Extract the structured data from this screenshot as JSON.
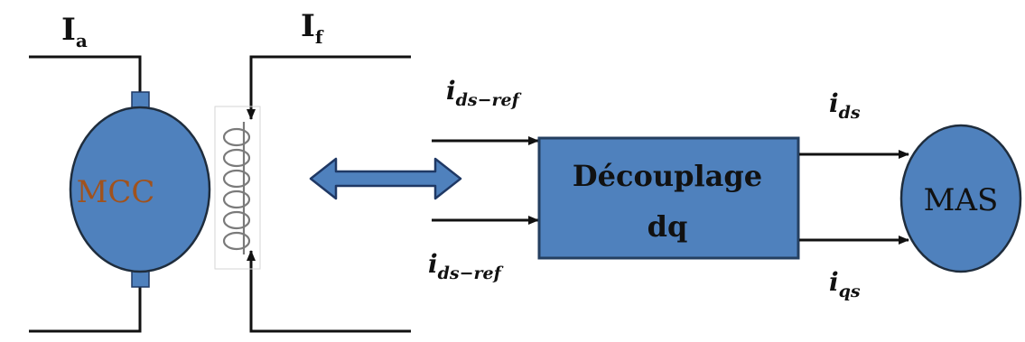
{
  "labels": {
    "armature_current_main": "I",
    "armature_current_sub": "a",
    "field_current_main": "I",
    "field_current_sub": "f",
    "dc_machine": "MCC",
    "input_top_main": "i",
    "input_top_sub": "ds−ref",
    "input_bottom_main": "i",
    "input_bottom_sub": "ds−ref",
    "block_line1": "Découplage",
    "block_line2": "dq",
    "output_top_main": "i",
    "output_top_sub": "ds",
    "output_bottom_main": "i",
    "output_bottom_sub": "qs",
    "induction_machine": "MAS"
  },
  "colors": {
    "machine_fill": "#4f81bd",
    "machine_stroke": "#1f2d3d",
    "terminal_fill": "#4f81bd",
    "block_fill": "#4f81bd",
    "block_stroke": "#243f60",
    "arrow_fill": "#4f81bd",
    "arrow_stroke": "#1f3864",
    "line": "#111111",
    "coil": "#7a7a7a"
  }
}
